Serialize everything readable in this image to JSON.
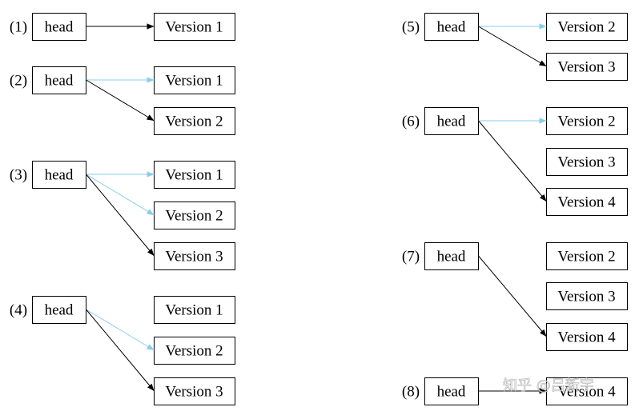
{
  "head_label": "head",
  "colors": {
    "current_edge": "#000000",
    "previous_edge": "#87CEEB"
  },
  "watermark": "知乎 @吕新宇",
  "panels": [
    {
      "tag": "(1)",
      "versions": [
        "Version 1"
      ],
      "edges": [
        {
          "to": 0,
          "kind": "current"
        }
      ]
    },
    {
      "tag": "(2)",
      "versions": [
        "Version 1",
        "Version 2"
      ],
      "edges": [
        {
          "to": 0,
          "kind": "previous"
        },
        {
          "to": 1,
          "kind": "current"
        }
      ]
    },
    {
      "tag": "(3)",
      "versions": [
        "Version 1",
        "Version 2",
        "Version 3"
      ],
      "edges": [
        {
          "to": 0,
          "kind": "previous"
        },
        {
          "to": 1,
          "kind": "previous"
        },
        {
          "to": 2,
          "kind": "current"
        }
      ]
    },
    {
      "tag": "(4)",
      "versions": [
        "Version 1",
        "Version 2",
        "Version 3"
      ],
      "edges": [
        {
          "to": 1,
          "kind": "previous"
        },
        {
          "to": 2,
          "kind": "current"
        }
      ]
    },
    {
      "tag": "(5)",
      "versions": [
        "Version 2",
        "Version 3"
      ],
      "edges": [
        {
          "to": 0,
          "kind": "previous"
        },
        {
          "to": 1,
          "kind": "current"
        }
      ]
    },
    {
      "tag": "(6)",
      "versions": [
        "Version 2",
        "Version 3",
        "Version 4"
      ],
      "edges": [
        {
          "to": 0,
          "kind": "previous"
        },
        {
          "to": 2,
          "kind": "current"
        }
      ]
    },
    {
      "tag": "(7)",
      "versions": [
        "Version 2",
        "Version 3",
        "Version 4"
      ],
      "edges": [
        {
          "to": 2,
          "kind": "current"
        }
      ]
    },
    {
      "tag": "(8)",
      "versions": [
        "Version 4"
      ],
      "edges": [
        {
          "to": 0,
          "kind": "current"
        }
      ]
    }
  ]
}
